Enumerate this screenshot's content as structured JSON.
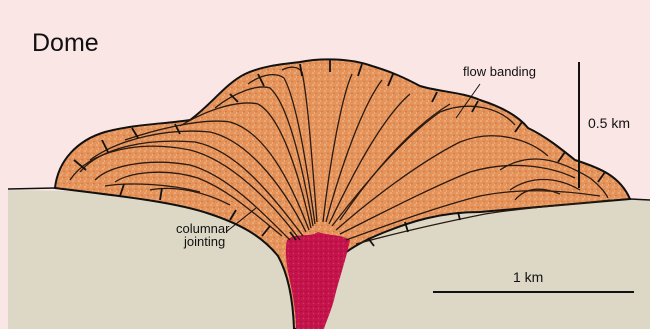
{
  "title": "Dome",
  "labels": {
    "flow_banding": "flow banding",
    "columnar_jointing_line1": "columnar",
    "columnar_jointing_line2": "jointing",
    "vertical_scale": "0.5 km",
    "horizontal_scale": "1 km"
  },
  "colors": {
    "background": "#fbe6e6",
    "ground": "#ddd8c6",
    "dome_fill": "#e4935a",
    "conduit_fill": "#c4144b",
    "outline": "#111111"
  }
}
